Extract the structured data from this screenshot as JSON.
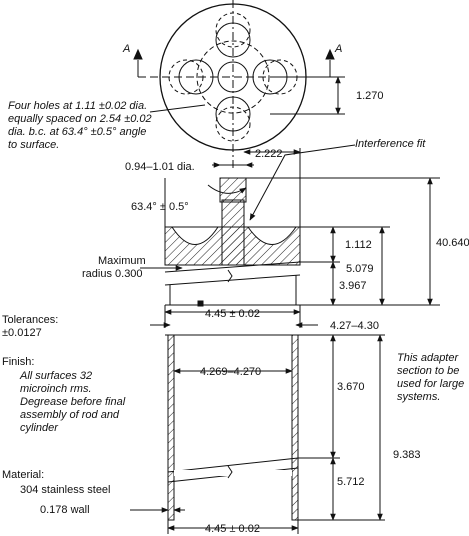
{
  "section_markers": {
    "left": "A",
    "right": "A"
  },
  "notes": {
    "holes": "Four holes at 1.11 ±0.02 dia. equally spaced on 2.54 ±0.02 dia. b.c. at 63.4° ±0.5° angle to surface.",
    "interference": "Interference fit",
    "max_radius_1": "Maximum",
    "max_radius_2": "radius 0.300",
    "adapter": "This adapter section to be used for large systems.",
    "tolerances_head": "Tolerances:",
    "tolerances_val": "±0.0127",
    "finish_head": "Finish:",
    "finish_body": "All surfaces 32 microinch rms. Degrease before final assembly of rod and cylinder",
    "material_head": "Material:",
    "material_val": "304 stainless steel",
    "wall": "0.178 wall"
  },
  "dimensions": {
    "d_1270": "1.270",
    "rod_dia": "0.94–1.01 dia.",
    "d_2222": "2.222",
    "angle": "63.4° ± 0.5°",
    "d_40640": "40.640",
    "d_1112": "1.112",
    "d_5079": "5.079",
    "d_3967": "3.967",
    "od_top": "4.45 ± 0.02",
    "d_427": "4.27–4.30",
    "id_mid": "4.269–4.270",
    "d_3670": "3.670",
    "d_9383": "9.383",
    "d_5712": "5.712",
    "od_bottom": "4.45 ± 0.02"
  }
}
